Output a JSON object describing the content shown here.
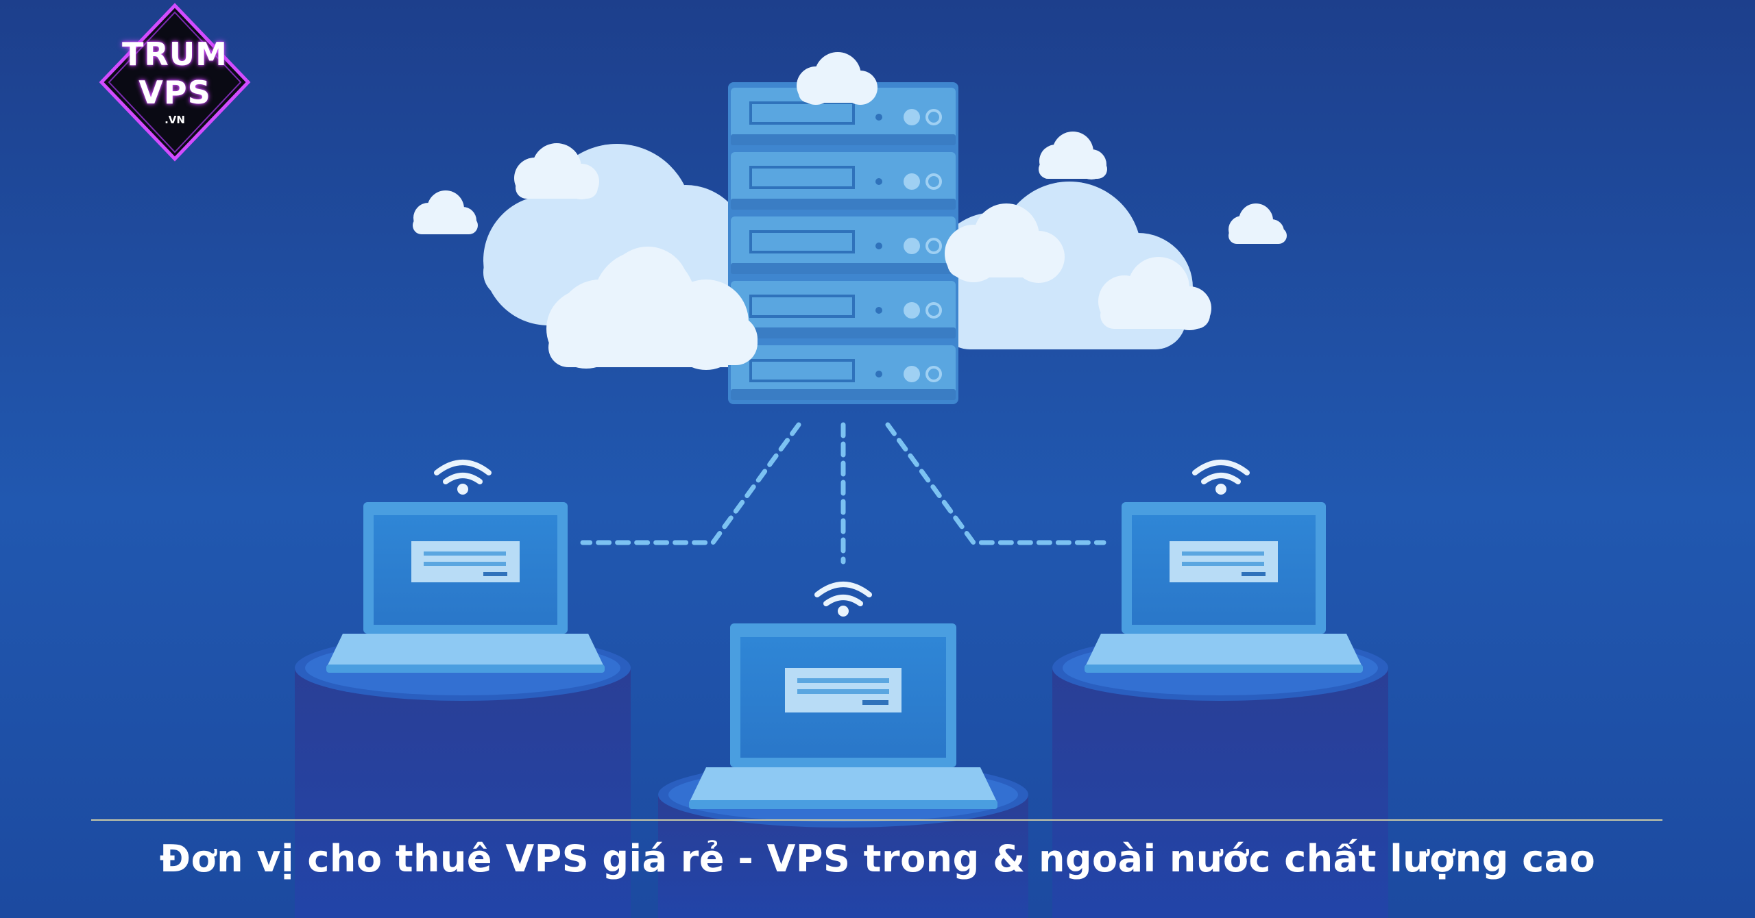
{
  "logo": {
    "line1": "TRUM",
    "line2": "VPS",
    "sub": ".VN"
  },
  "caption": "Đơn vị cho thuê VPS giá rẻ - VPS trong & ngoài nước chất lượng cao",
  "icons": [
    "cloud-icon",
    "server-rack-icon",
    "laptop-icon",
    "wifi-icon"
  ],
  "colors": {
    "background": "#1f4d9a",
    "server": "#5aa6e0",
    "cloud": "#eaf4fd",
    "laptop": "#4a9ee0",
    "logo_border": "#d24cff",
    "divider": "#c9c9a8"
  }
}
